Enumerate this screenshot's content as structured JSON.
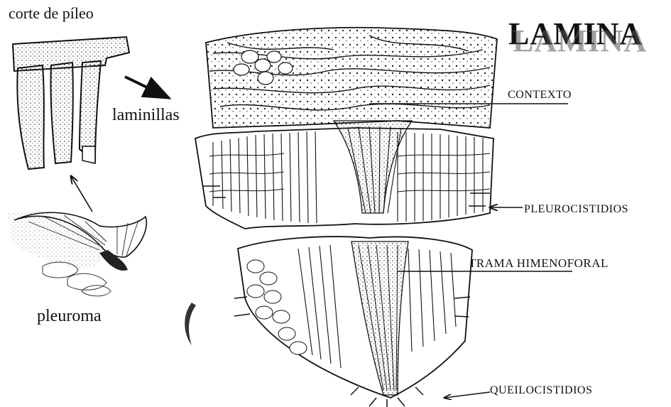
{
  "title": "LAMINA",
  "labels": {
    "corte_de_pileo": "corte de píleo",
    "laminillas": "laminillas",
    "pleuroma": "pleuroma",
    "contexto": "CONTEXTO",
    "pleurocistidios": "PLEUROCISTIDIOS",
    "trama_himenoforal": "TRAMA HIMENOFORAL",
    "queilocistidios": "QUEILOCISTIDIOS"
  }
}
